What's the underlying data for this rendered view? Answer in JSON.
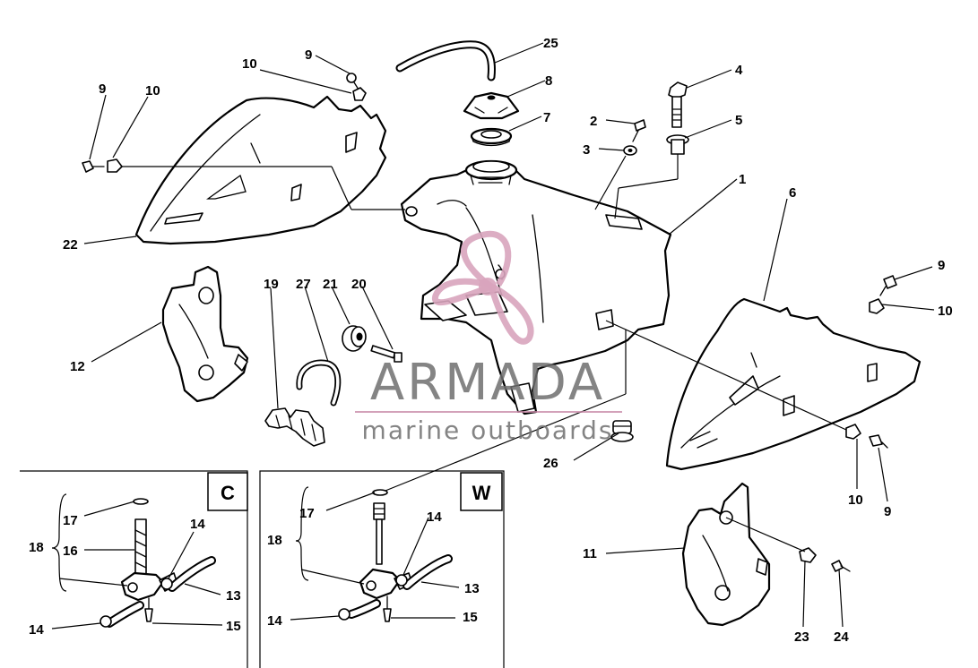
{
  "watermark": {
    "brand": "ARMADA",
    "tagline": "marine outboards",
    "logo_color": "#d8a4bd"
  },
  "insets": {
    "c": {
      "tag": "C"
    },
    "w": {
      "tag": "W"
    }
  },
  "callouts": {
    "n1": "1",
    "n2": "2",
    "n3": "3",
    "n4": "4",
    "n5": "5",
    "n6": "6",
    "n7": "7",
    "n8": "8",
    "n9": "9",
    "n10": "10",
    "n11": "11",
    "n12": "12",
    "n13": "13",
    "n14": "14",
    "n15": "15",
    "n16": "16",
    "n17": "17",
    "n18": "18",
    "n19": "19",
    "n20": "20",
    "n21": "21",
    "n22": "22",
    "n23": "23",
    "n24": "24",
    "n25": "25",
    "n26": "26",
    "n27": "27"
  }
}
